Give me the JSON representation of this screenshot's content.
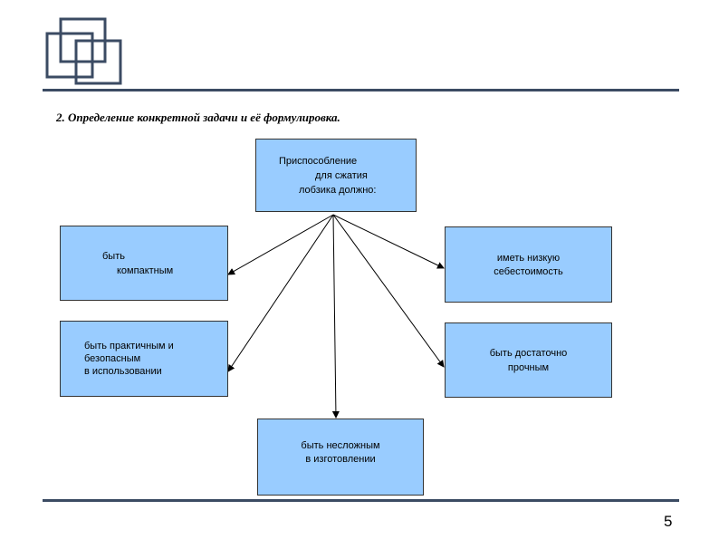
{
  "heading": "2. Определение конкретной задачи и её формулировка.",
  "page_number": "5",
  "colors": {
    "box_fill": "#99ccff",
    "rule": "#3b4b63",
    "logo": "#3b4b63"
  },
  "diagram": {
    "root": {
      "lines": [
        "Приспособление",
        "для сжатия",
        "лобзика должно:"
      ]
    },
    "children": [
      {
        "lines": [
          "быть",
          "компактным"
        ]
      },
      {
        "lines": [
          "быть практичным и",
          "безопасным",
          "в использовании"
        ]
      },
      {
        "lines": [
          "быть несложным",
          "в изготовлении"
        ]
      },
      {
        "lines": [
          "быть достаточно",
          "прочным"
        ]
      },
      {
        "lines": [
          "иметь низкую",
          "себестоимость"
        ]
      }
    ]
  }
}
